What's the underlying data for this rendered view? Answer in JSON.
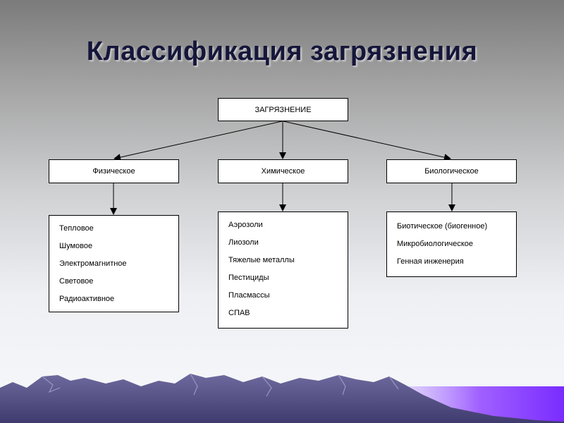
{
  "title": "Классификация загрязнения",
  "root": "ЗАГРЯЗНЕНИЕ",
  "categories": [
    {
      "label": "Физическое",
      "items": [
        "Тепловое",
        "Шумовое",
        "Электромагнитное",
        "Световое",
        "Радиоактивное"
      ]
    },
    {
      "label": "Химическое",
      "items": [
        "Аэрозоли",
        "Лиозоли",
        "Тяжелые металлы",
        "Пестициды",
        "Пласмассы",
        "СПАВ"
      ]
    },
    {
      "label": "Биологическое",
      "items": [
        "Биотическое (биогенное)",
        "Микробиологическое",
        "Генная инженерия"
      ]
    }
  ]
}
